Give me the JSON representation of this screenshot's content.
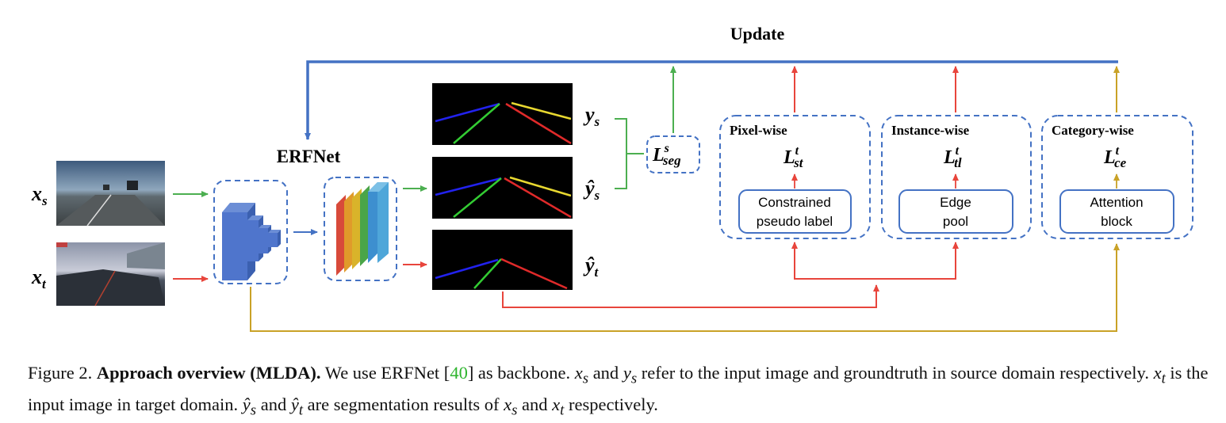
{
  "diagram": {
    "update_label": "Update",
    "backbone_label": "ERFNet",
    "inputs": {
      "source": "x",
      "source_sub": "s",
      "target": "x",
      "target_sub": "t"
    },
    "outputs": {
      "ys": "y",
      "ys_sub": "s",
      "ys_hat": "ŷ",
      "ys_hat_sub": "s",
      "yt_hat": "ŷ",
      "yt_hat_sub": "t"
    },
    "seg_loss": {
      "base": "L",
      "sup": "s",
      "sub": "seg"
    },
    "modules": [
      {
        "title": "Pixel-wise",
        "loss_base": "L",
        "loss_sup": "t",
        "loss_sub": "st",
        "block_line1": "Constrained",
        "block_line2": "pseudo label"
      },
      {
        "title": "Instance-wise",
        "loss_base": "L",
        "loss_sup": "t",
        "loss_sub": "tl",
        "block_line1": "Edge",
        "block_line2": "pool"
      },
      {
        "title": "Category-wise",
        "loss_base": "L",
        "loss_sup": "t",
        "loss_sub": "ce",
        "block_line1": "Attention",
        "block_line2": "block"
      }
    ],
    "colors": {
      "blue": "#4472c4",
      "green": "#4caf50",
      "red": "#e8453c",
      "gold": "#c9a227"
    }
  },
  "caption": {
    "prefix": "Figure 2. ",
    "bold": "Approach overview (MLDA).",
    "part1": " We use ERFNet [",
    "ref": "40",
    "part2": "] as backbone. ",
    "xs": "x",
    "xs_sub": "s",
    "and1": " and ",
    "ys": "y",
    "ys_sub": "s",
    "part3": " refer to the input image and groundtruth in source domain respectively. ",
    "xt": "x",
    "xt_sub": "t",
    "part4": " is the input image in target domain. ",
    "ysh": "ŷ",
    "ysh_sub": "s",
    "and2": " and ",
    "yth": "ŷ",
    "yth_sub": "t",
    "part5": " are segmentation results of ",
    "xs2": "x",
    "xs2_sub": "s",
    "and3": " and ",
    "xt2": "x",
    "xt2_sub": "t",
    "part6": " respectively."
  }
}
